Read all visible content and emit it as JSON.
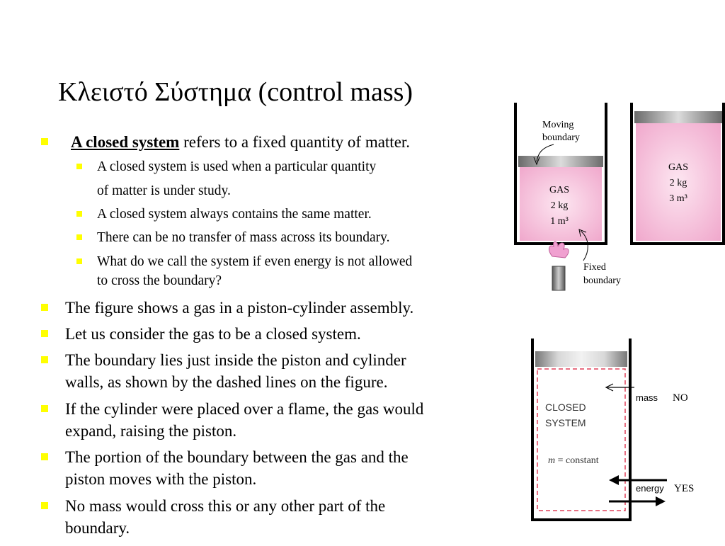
{
  "slide": {
    "title": "Κλειστό Σύστημα (control mass)",
    "first_bullet": {
      "term": "A closed system",
      "rest": " refers to a fixed quantity of matter."
    },
    "sub_bullets": [
      [
        "A closed system is used when a particular quantity",
        "of matter is under study."
      ],
      [
        "A closed system always contains the same matter."
      ],
      [
        "There can be no transfer of mass across its boundary."
      ],
      [
        "What do we call the system if even energy is not allowed",
        "to cross the boundary?"
      ]
    ],
    "bullets": [
      [
        "The figure  shows a gas in a piston-cylinder assembly."
      ],
      [
        "Let us consider the gas to be a closed system."
      ],
      [
        "The boundary lies just inside the piston and cylinder",
        "walls, as shown by the dashed lines on the figure."
      ],
      [
        "If the cylinder were placed over a flame, the gas would",
        "expand, raising the piston."
      ],
      [
        "The portion of the boundary between the gas and the",
        "piston moves with the piston."
      ],
      [
        "No mass would cross this or any other part of the",
        "boundary."
      ]
    ]
  },
  "figure_top": {
    "moving_boundary": [
      "Moving",
      "boundary"
    ],
    "fixed_boundary": [
      "Fixed",
      "boundary"
    ],
    "left_gas": [
      "GAS",
      "2 kg",
      "1 m³"
    ],
    "right_gas": [
      "GAS",
      "2 kg",
      "3 m³"
    ]
  },
  "figure_bottom": {
    "system_label": [
      "CLOSED",
      "SYSTEM"
    ],
    "m_symbol": "m",
    "constant_label": " = constant",
    "mass_label": "mass",
    "no_label": "NO",
    "energy_label": "energy",
    "yes_label": "YES"
  },
  "colors": {
    "bullet": "#ffff00",
    "gas_fill": "#f5bcd8",
    "gas_light": "#fde6f1",
    "dashed_boundary": "#e0405a"
  }
}
